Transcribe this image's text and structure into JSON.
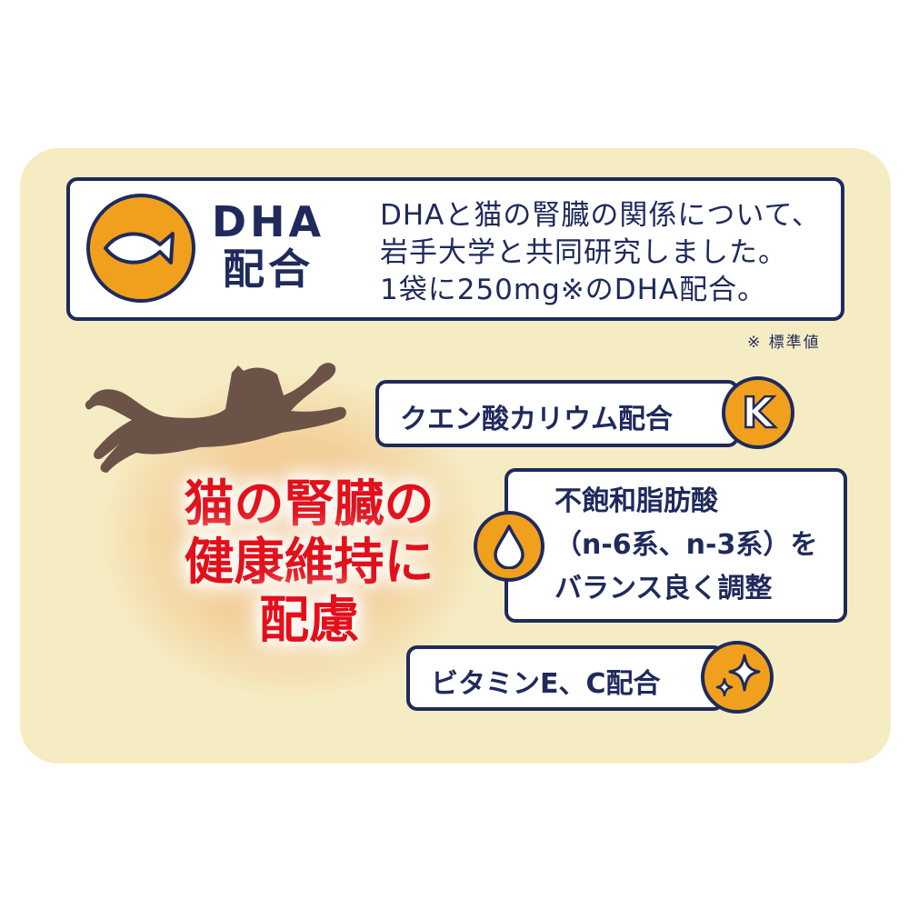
{
  "colors": {
    "navy": "#1f2a5c",
    "orange": "#f0a01c",
    "cream": "#f6ecc4",
    "red": "#e3101b",
    "cat_brown": "#6b5347"
  },
  "dha": {
    "icon": "fish-icon",
    "title_line1": "DHA",
    "title_line2": "配合",
    "description": [
      "DHAと猫の腎臓の関係について、",
      "岩手大学と共同研究しました。",
      "1袋に250mg※のDHA配合。"
    ],
    "footnote": "※ 標準値"
  },
  "headline": {
    "lines": [
      "猫の腎臓の",
      "健康維持に",
      "配慮"
    ]
  },
  "features": [
    {
      "label": "クエン酸カリウム配合",
      "icon": "potassium-k-icon",
      "icon_text": "K"
    },
    {
      "label_lines": [
        "不飽和脂肪酸",
        "（n-6系、n-3系）を",
        "バランス良く調整"
      ],
      "icon": "oil-drop-icon"
    },
    {
      "label": "ビタミンE、C配合",
      "icon": "sparkle-icon"
    }
  ],
  "illustration": {
    "icon": "leaping-cat-silhouette"
  }
}
